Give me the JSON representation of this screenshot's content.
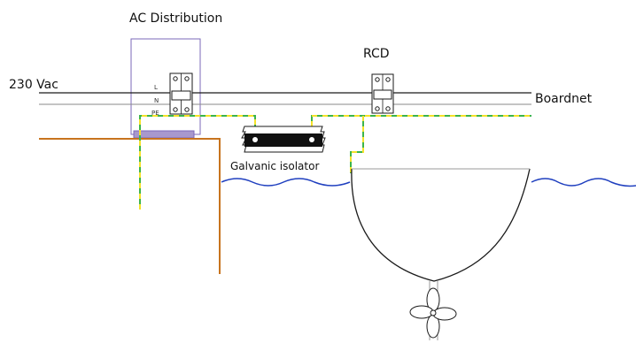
{
  "labels": {
    "ac_distribution": "AC Distribution",
    "rcd": "RCD",
    "supply_voltage": "230 Vac",
    "boardnet": "Boardnet",
    "galvanic_isolator": "Galvanic isolator",
    "conductor_l": "L",
    "conductor_n": "N",
    "conductor_pe": "PE"
  },
  "colors": {
    "line": "#1a1a1a",
    "conductor_grey": "#8a8a8a",
    "panel_outline": "#7b68b8",
    "panel_base": "#a898cc",
    "earth_green": "#3cb44b",
    "earth_yellow": "#f5e12a",
    "shore_earth": "#c8741e",
    "water": "#1f3fbf",
    "isolator_body": "#111111"
  }
}
